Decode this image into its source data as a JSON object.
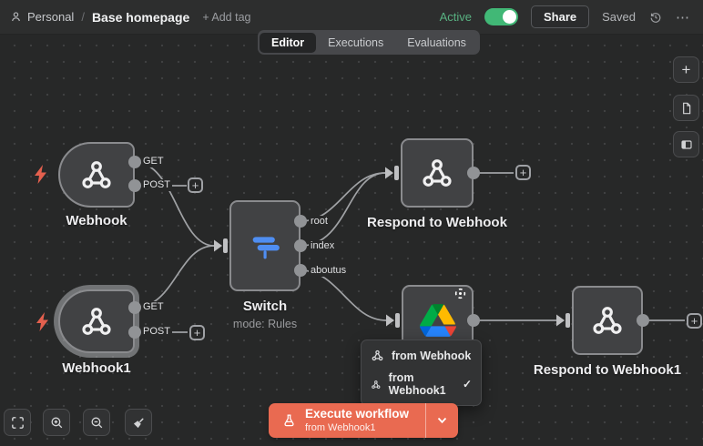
{
  "topbar": {
    "project": "Personal",
    "separator": "/",
    "title": "Base homepage",
    "add_tag": "+ Add tag",
    "active_label": "Active",
    "share_label": "Share",
    "saved_label": "Saved",
    "more_glyph": "⋯"
  },
  "tabs": {
    "editor": "Editor",
    "executions": "Executions",
    "evaluations": "Evaluations"
  },
  "nodes": {
    "webhook": {
      "label": "Webhook",
      "outputs": [
        "GET",
        "POST"
      ]
    },
    "webhook1": {
      "label": "Webhook1",
      "outputs": [
        "GET",
        "POST"
      ]
    },
    "switch": {
      "label": "Switch",
      "subtitle": "mode: Rules",
      "outputs": [
        "root",
        "index",
        "aboutus"
      ]
    },
    "respond_to_webhook": {
      "label": "Respond to Webhook"
    },
    "google_drive": {
      "label": ""
    },
    "respond_to_webhook1": {
      "label": "Respond to Webhook1"
    }
  },
  "dropdown": {
    "items": [
      {
        "label": "from Webhook",
        "checked": false
      },
      {
        "label": "from Webhook1",
        "checked": true
      }
    ],
    "check_glyph": "✓"
  },
  "execute": {
    "label": "Execute workflow",
    "sublabel": "from Webhook1"
  },
  "icons": {
    "plus": "+"
  },
  "colors": {
    "accent_orange": "#e96a51",
    "toggle_green": "#41b876",
    "switch_blue": "#4f8ef2",
    "node_bg": "#414244",
    "canvas_bg": "#272828",
    "drive": [
      "#0066da",
      "#00ac47",
      "#ea4335",
      "#00832d",
      "#2684fc",
      "#ffba00"
    ]
  }
}
